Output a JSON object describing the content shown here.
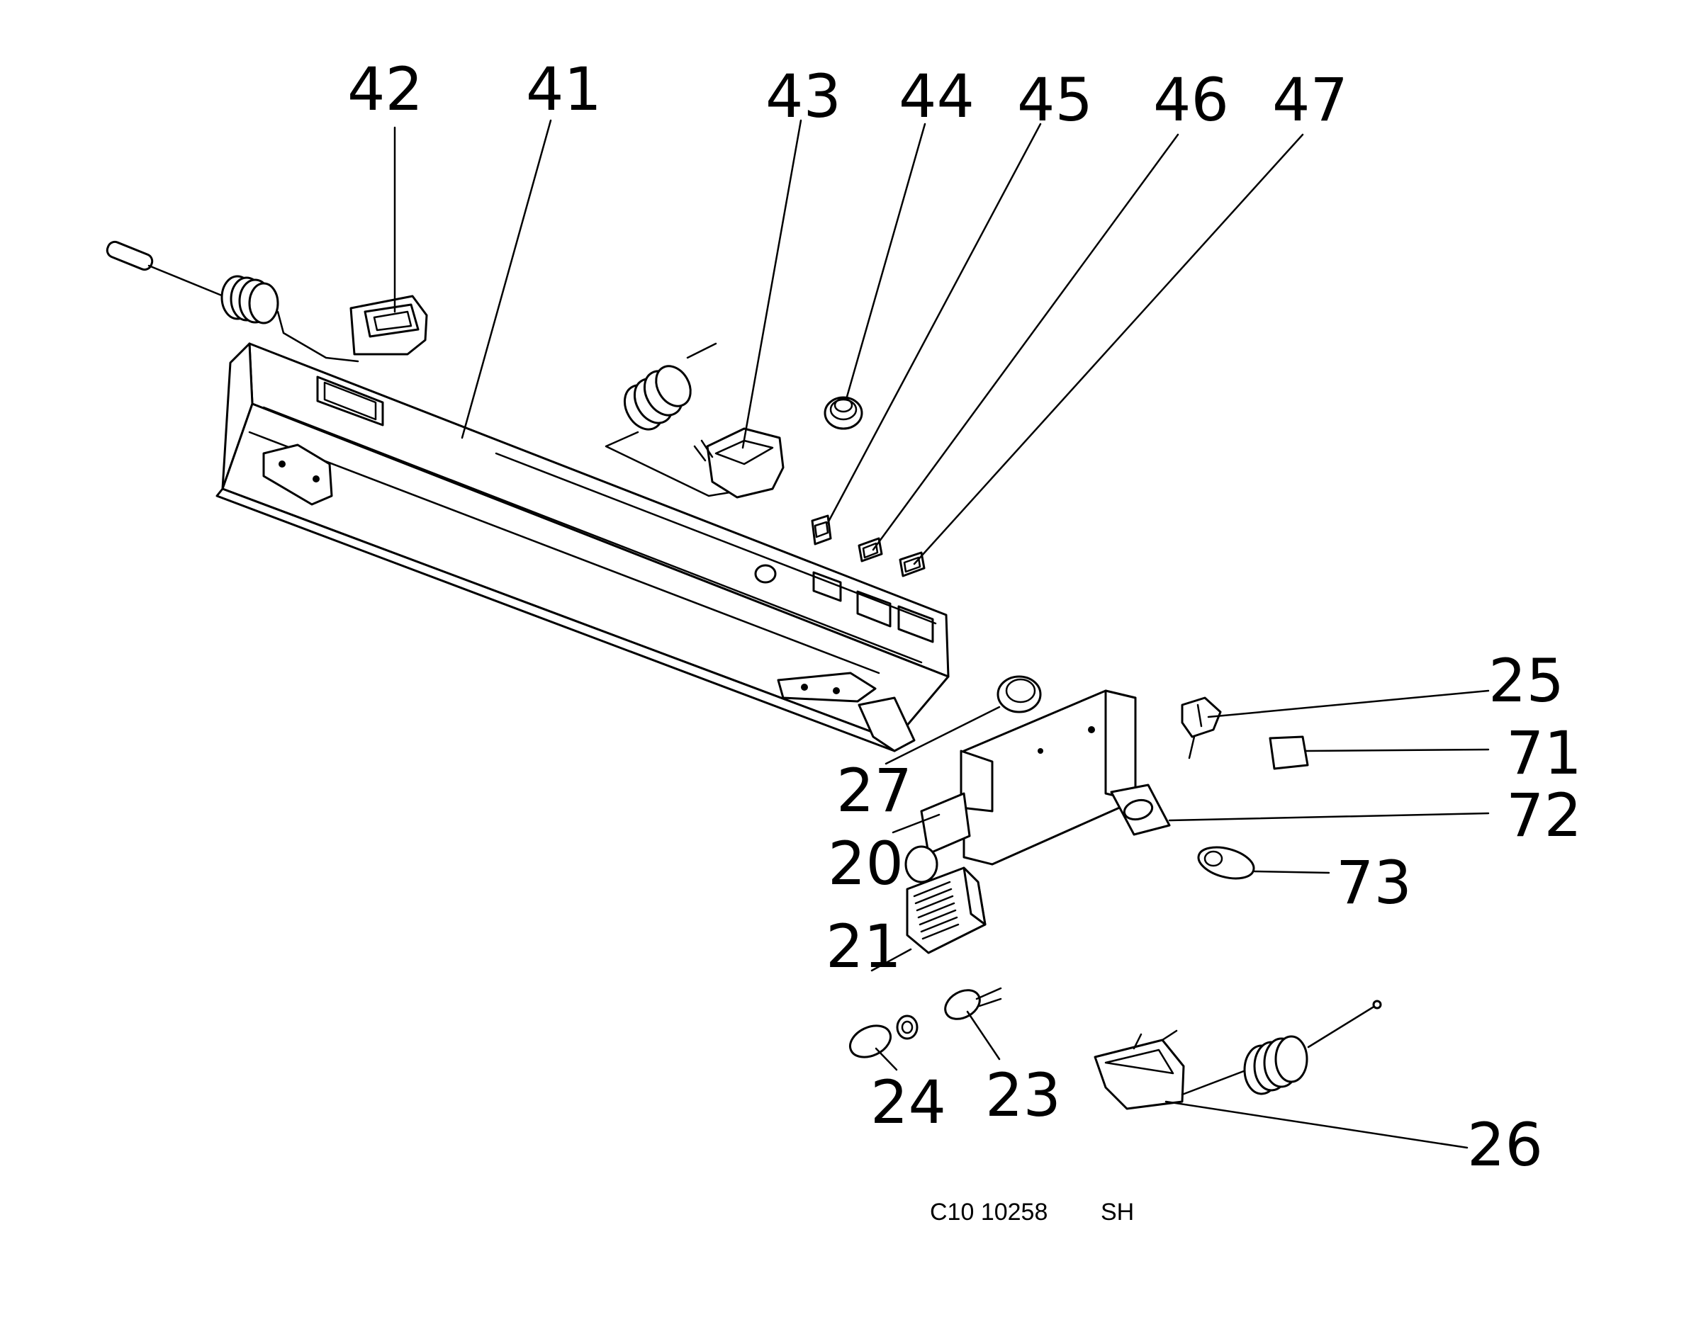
{
  "diagram": {
    "callouts": {
      "c42": "42",
      "c41": "41",
      "c43": "43",
      "c44": "44",
      "c45": "45",
      "c46": "46",
      "c47": "47",
      "c25": "25",
      "c71": "71",
      "c72": "72",
      "c73": "73",
      "c27": "27",
      "c20": "20",
      "c21": "21",
      "c24": "24",
      "c23": "23",
      "c26": "26"
    },
    "footer": {
      "drawing_code": "C10 10258",
      "suffix": "SH"
    },
    "colors": {
      "ink": "#000000",
      "background": "#ffffff"
    }
  }
}
